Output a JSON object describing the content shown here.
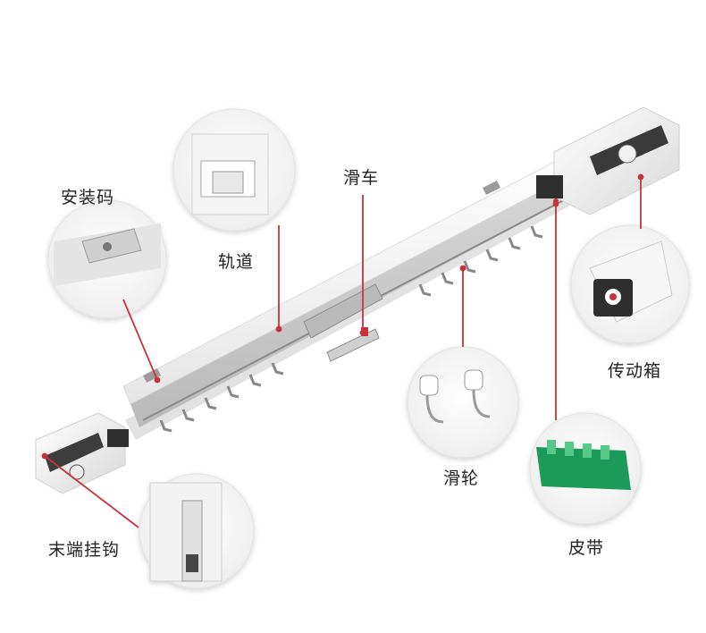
{
  "labels": {
    "mounting_code": "安装码",
    "track": "轨道",
    "pulley_carriage": "滑车",
    "transmission_box": "传动箱",
    "glider": "滑轮",
    "end_hook": "末端挂钩",
    "belt": "皮带"
  },
  "colors": {
    "callout_line": "#c8323c",
    "track_white": "#f4f4f4",
    "shadow_grey": "#9a9a9a",
    "belt_green": "#1e9a5a",
    "motor_dark": "#3a3a3a"
  }
}
